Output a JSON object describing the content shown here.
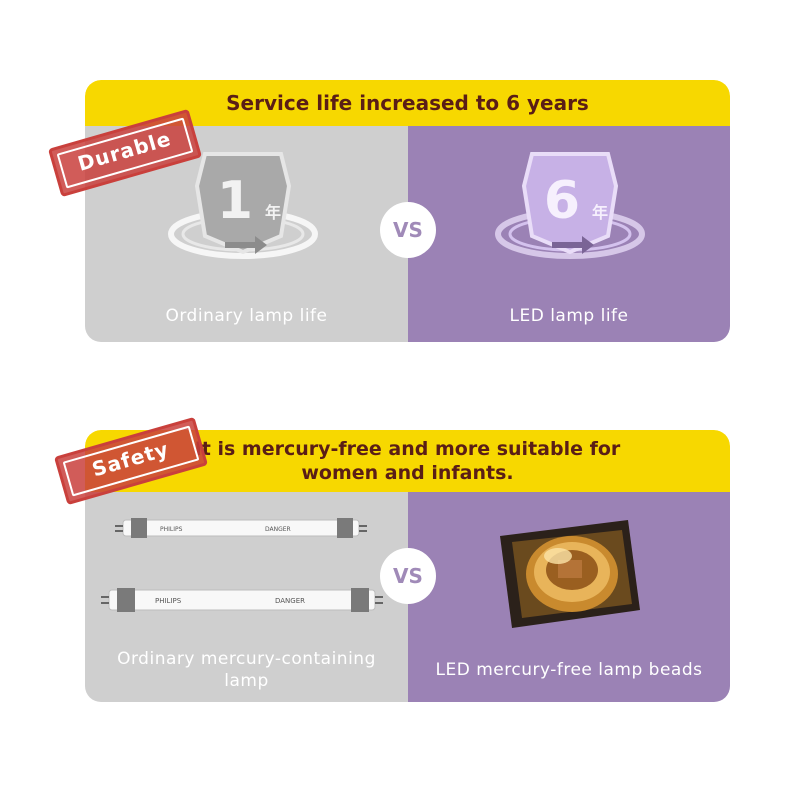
{
  "section1": {
    "banner": "Service life increased to 6 years",
    "stamp": "Durable",
    "left_caption": "Ordinary lamp life",
    "right_caption": "LED lamp life",
    "left_numeral": "1",
    "right_numeral": "6",
    "unit": "年",
    "vs": "VS"
  },
  "section2": {
    "banner_line1": "It is mercury-free and more suitable for",
    "banner_line2": "women and infants.",
    "stamp": "Safety",
    "left_caption_line1": "Ordinary mercury-containing",
    "left_caption_line2": "lamp",
    "right_caption": "LED mercury-free lamp beads",
    "vs": "VS",
    "tube_brand": "PHILIPS",
    "tube_warning": "DANGER"
  },
  "colors": {
    "banner": "#f7d800",
    "banner_text": "#5a1e16",
    "left_panel": "#cfcfcf",
    "right_panel": "#9b82b5",
    "stamp": "#c9403c"
  }
}
